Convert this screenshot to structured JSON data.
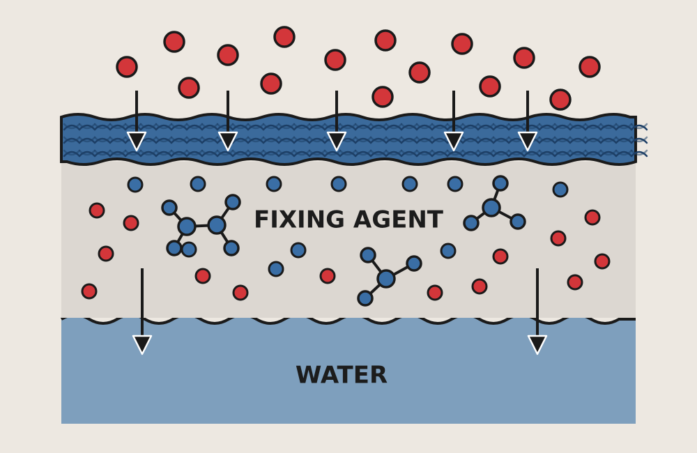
{
  "labels": {
    "fixing_agent": "FIXING AGENT",
    "water": "WATER"
  },
  "colors": {
    "background": "#ede8e1",
    "dye_particle": "#d3363a",
    "fixing_particle": "#3a6ea5",
    "fabric": "#3b6a9b",
    "fabric_thread": "#27507d",
    "fixing_layer": "#dcd7d1",
    "water": "#7e9fbd",
    "outline": "#1a1a1a"
  },
  "icons": {
    "downward_arrow": "arrow-down-icon",
    "dye_particle": "circle",
    "fixing_molecule": "ball-and-stick"
  }
}
